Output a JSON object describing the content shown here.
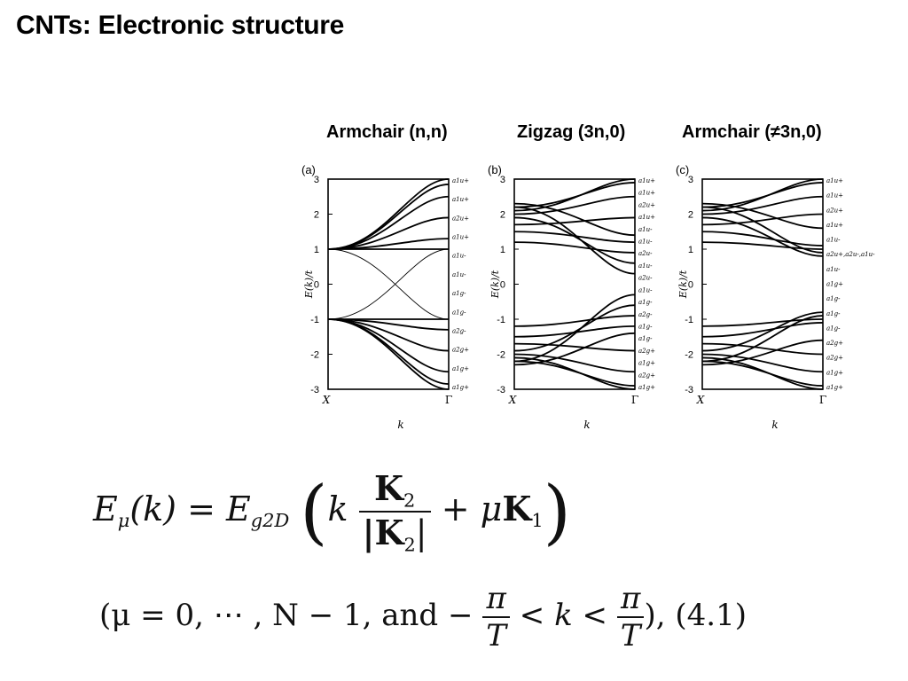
{
  "title": "CNTs: Electronic structure",
  "captions": [
    "Armchair (n,n)",
    "Zigzag (3n,0)",
    "Armchair (≠3n,0)"
  ],
  "chart_data": [
    {
      "type": "line",
      "panel_label": "(a)",
      "ylabel": "E(k)/t",
      "xlabel": "k",
      "x_tick_labels": [
        "X",
        "Γ"
      ],
      "y_ticks": [
        3,
        2,
        1,
        0,
        -1,
        -2,
        -3
      ],
      "ylim": [
        -3,
        3
      ],
      "band_labels": [
        "a1u+",
        "a1u+",
        "a2u+",
        "a1u+",
        "a1u-",
        "a1u-",
        "a1g-",
        "a1g-",
        "a2g-",
        "a2g+",
        "a1g+",
        "a1g+"
      ],
      "bands": [
        {
          "start": 1,
          "end": 3.0
        },
        {
          "start": 1,
          "end": 2.85
        },
        {
          "start": 1,
          "end": 2.5
        },
        {
          "start": 1,
          "end": 1.9
        },
        {
          "start": 1,
          "end": 1.3
        },
        {
          "start": 1,
          "end": 1.0
        },
        {
          "start": -1,
          "end": -3.0
        },
        {
          "start": -1,
          "end": -2.85
        },
        {
          "start": -1,
          "end": -2.5
        },
        {
          "start": -1,
          "end": -1.9
        },
        {
          "start": -1,
          "end": -1.3
        },
        {
          "start": -1,
          "end": -1.0
        },
        {
          "start": 1,
          "end": -1.0,
          "thin": true
        },
        {
          "start": -1,
          "end": 1.0,
          "thin": true
        }
      ]
    },
    {
      "type": "line",
      "panel_label": "(b)",
      "ylabel": "E(k)/t",
      "xlabel": "k",
      "x_tick_labels": [
        "X",
        "Γ"
      ],
      "y_ticks": [
        3,
        2,
        1,
        0,
        -1,
        -2,
        -3
      ],
      "ylim": [
        -3,
        3
      ],
      "band_labels": [
        "a1u+",
        "a1u+",
        "a2u+",
        "a1u+",
        "a1u-",
        "a1u-",
        "a2u-",
        "a1u-",
        "a2u-",
        "a1u-",
        "a1g-",
        "a2g-",
        "a1g-",
        "a1g-",
        "a2g+",
        "a1g+",
        "a2g+",
        "a1g+"
      ],
      "bands": [
        {
          "start": 2.1,
          "end": 3.0
        },
        {
          "start": 2.2,
          "end": 2.9
        },
        {
          "start": 2.0,
          "end": 2.5
        },
        {
          "start": 1.7,
          "end": 1.9
        },
        {
          "start": 2.3,
          "end": 1.4
        },
        {
          "start": 1.5,
          "end": 1.2
        },
        {
          "start": 1.2,
          "end": 0.9
        },
        {
          "start": 1.9,
          "end": 0.6
        },
        {
          "start": 2.2,
          "end": 0.3
        },
        {
          "start": -2.1,
          "end": -3.0
        },
        {
          "start": -2.2,
          "end": -2.9
        },
        {
          "start": -2.0,
          "end": -2.5
        },
        {
          "start": -1.7,
          "end": -1.9
        },
        {
          "start": -2.3,
          "end": -1.4
        },
        {
          "start": -1.5,
          "end": -1.2
        },
        {
          "start": -1.2,
          "end": -0.9
        },
        {
          "start": -1.9,
          "end": -0.6
        },
        {
          "start": -2.2,
          "end": -0.3
        }
      ]
    },
    {
      "type": "line",
      "panel_label": "(c)",
      "ylabel": "E(k)/t",
      "xlabel": "k",
      "x_tick_labels": [
        "X",
        "Γ"
      ],
      "y_ticks": [
        3,
        2,
        1,
        0,
        -1,
        -2,
        -3
      ],
      "ylim": [
        -3,
        3
      ],
      "band_labels": [
        "a1u+",
        "a1u+",
        "a2u+",
        "a1u+",
        "a1u-",
        "a2u+,a2u-,a1u-",
        "a1u-",
        "a1g+",
        "a1g-",
        "a1g-",
        "a1g-",
        "a2g+",
        "a2g+",
        "a1g+",
        "a1g+"
      ],
      "bands": [
        {
          "start": 2.1,
          "end": 3.0
        },
        {
          "start": 2.2,
          "end": 2.9
        },
        {
          "start": 2.0,
          "end": 2.5
        },
        {
          "start": 1.7,
          "end": 2.0
        },
        {
          "start": 2.3,
          "end": 1.6
        },
        {
          "start": 1.5,
          "end": 1.1
        },
        {
          "start": 1.2,
          "end": 1.0
        },
        {
          "start": 1.9,
          "end": 0.8
        },
        {
          "start": 2.2,
          "end": 0.9
        },
        {
          "start": -2.1,
          "end": -3.0
        },
        {
          "start": -2.2,
          "end": -2.9
        },
        {
          "start": -2.0,
          "end": -2.5
        },
        {
          "start": -1.7,
          "end": -2.0
        },
        {
          "start": -2.3,
          "end": -1.6
        },
        {
          "start": -1.5,
          "end": -1.1
        },
        {
          "start": -1.2,
          "end": -1.0
        },
        {
          "start": -1.9,
          "end": -0.8
        },
        {
          "start": -2.2,
          "end": -0.9
        }
      ]
    }
  ],
  "equations": {
    "eq1": {
      "lhs": "E",
      "lhs_sub": "μ",
      "lhs_arg": "(k) =",
      "rhs_E": "E",
      "rhs_sub": "g2D",
      "k": "k",
      "num": "K",
      "num_sub": "2",
      "den": "|K",
      "den_sub": "2",
      "den_close": "|",
      "plus": "+ μ",
      "K1": "K",
      "K1_sub": "1"
    },
    "eq2": {
      "open": "(μ = 0, ⋯ , N − 1,  and  −",
      "pi": "π",
      "T": "T",
      "mid": "< k <",
      "close": "),",
      "number": "(4.1)"
    }
  }
}
